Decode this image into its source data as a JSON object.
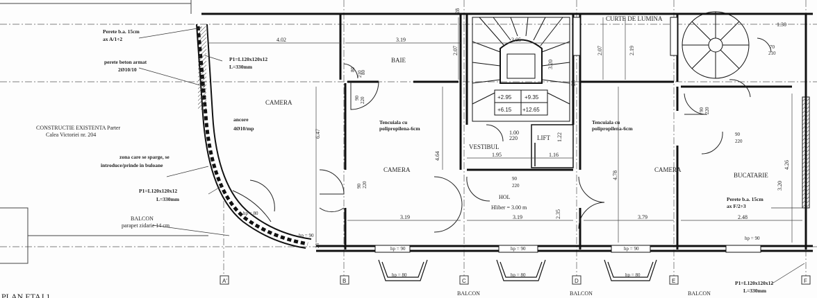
{
  "plan": {
    "rooms": {
      "camera_left": "CAMERA",
      "baie": "BAIE",
      "camera_mid": "CAMERA",
      "vestibul": "VESTIBUL",
      "lift": "LIFT",
      "hol": "HOL",
      "hol_height": "Hliber = 3.00 m",
      "camera_right": "CAMERA",
      "bucatarie": "BUCATARIE",
      "curte": "CURTE DE LUMINA"
    },
    "notes": {
      "existing_1": "CONSTRUCTIE EXISTENTA Parter",
      "existing_2": "Calea Victoriei nr. 204",
      "perete_1": "Perete b.a. 15cm",
      "perete_2": "ax A/1÷2",
      "beton_1": "perete beton armat",
      "beton_2": "2Ø10/10",
      "ancore_1": "ancore",
      "ancore_2": "4Ø10/mp",
      "zona_1": "zona care se sparge, se",
      "zona_2": "introduce/prinde in buloane",
      "p1a_1": "P1=L120x120x12",
      "p1a_2": "L=330mm",
      "p1b_1": "P1=L120x120x12",
      "p1b_2": "L=330mm",
      "balcon_1": "BALCON",
      "balcon_2": "parapet zidarie 14 cm",
      "tencuiala_a1": "Tencuiala cu",
      "tencuiala_a2": "polipropilena-6cm",
      "tencuiala_b1": "Tencuiala cu",
      "tencuiala_b2": "polipropilena-6cm",
      "perete_f1": "Perete b.a. 15cm",
      "perete_f2": "ax F/2÷3",
      "p1c_1": "P1=L120x120x12",
      "p1c_2": "L=330mm",
      "plan_title": "PLAN ETAJ 1"
    },
    "levels": [
      "+2.95",
      "+9.35",
      "+6.15",
      "+12.65"
    ],
    "dims": {
      "d402": "4.02",
      "d319a": "3.19",
      "d305": "3.05",
      "d207a": "2.07",
      "d130": "1.30",
      "d207b": "2.07",
      "d219": "2.19",
      "d647": "6.47",
      "d464": "4.64",
      "d478": "4.78",
      "d195": "1.95",
      "d116": "1.16",
      "d122": "1.22",
      "d235": "2.35",
      "d319b": "3.19",
      "d319c": "3.19",
      "d379": "3.79",
      "d248": "2.48",
      "d426": "4.26",
      "d320a": "3.20",
      "d320b": "3.20",
      "d28a": "28",
      "d28b": "28",
      "d28c": "28",
      "d100": "1.00",
      "d220a": "220",
      "d80": "80",
      "d210": "210",
      "d70": "70"
    },
    "door_tags": {
      "t1": "80",
      "t2": "210",
      "t3": "90",
      "t4": "220",
      "t5": "90",
      "t6": "220",
      "t7": "90",
      "t8": "220",
      "t9": "90",
      "t10": "220",
      "t11": "90",
      "t12": "220"
    },
    "hp": [
      "hp = 90",
      "hp = 90",
      "hp = 80",
      "hp = 90",
      "hp = 80",
      "hp = 90",
      "hp = 80",
      "hp = 90",
      "hp = 80"
    ],
    "axes": [
      "A'",
      "B",
      "C",
      "D",
      "E",
      "F"
    ],
    "balcon": [
      "BALCON",
      "BALCON",
      "BALCON"
    ]
  }
}
